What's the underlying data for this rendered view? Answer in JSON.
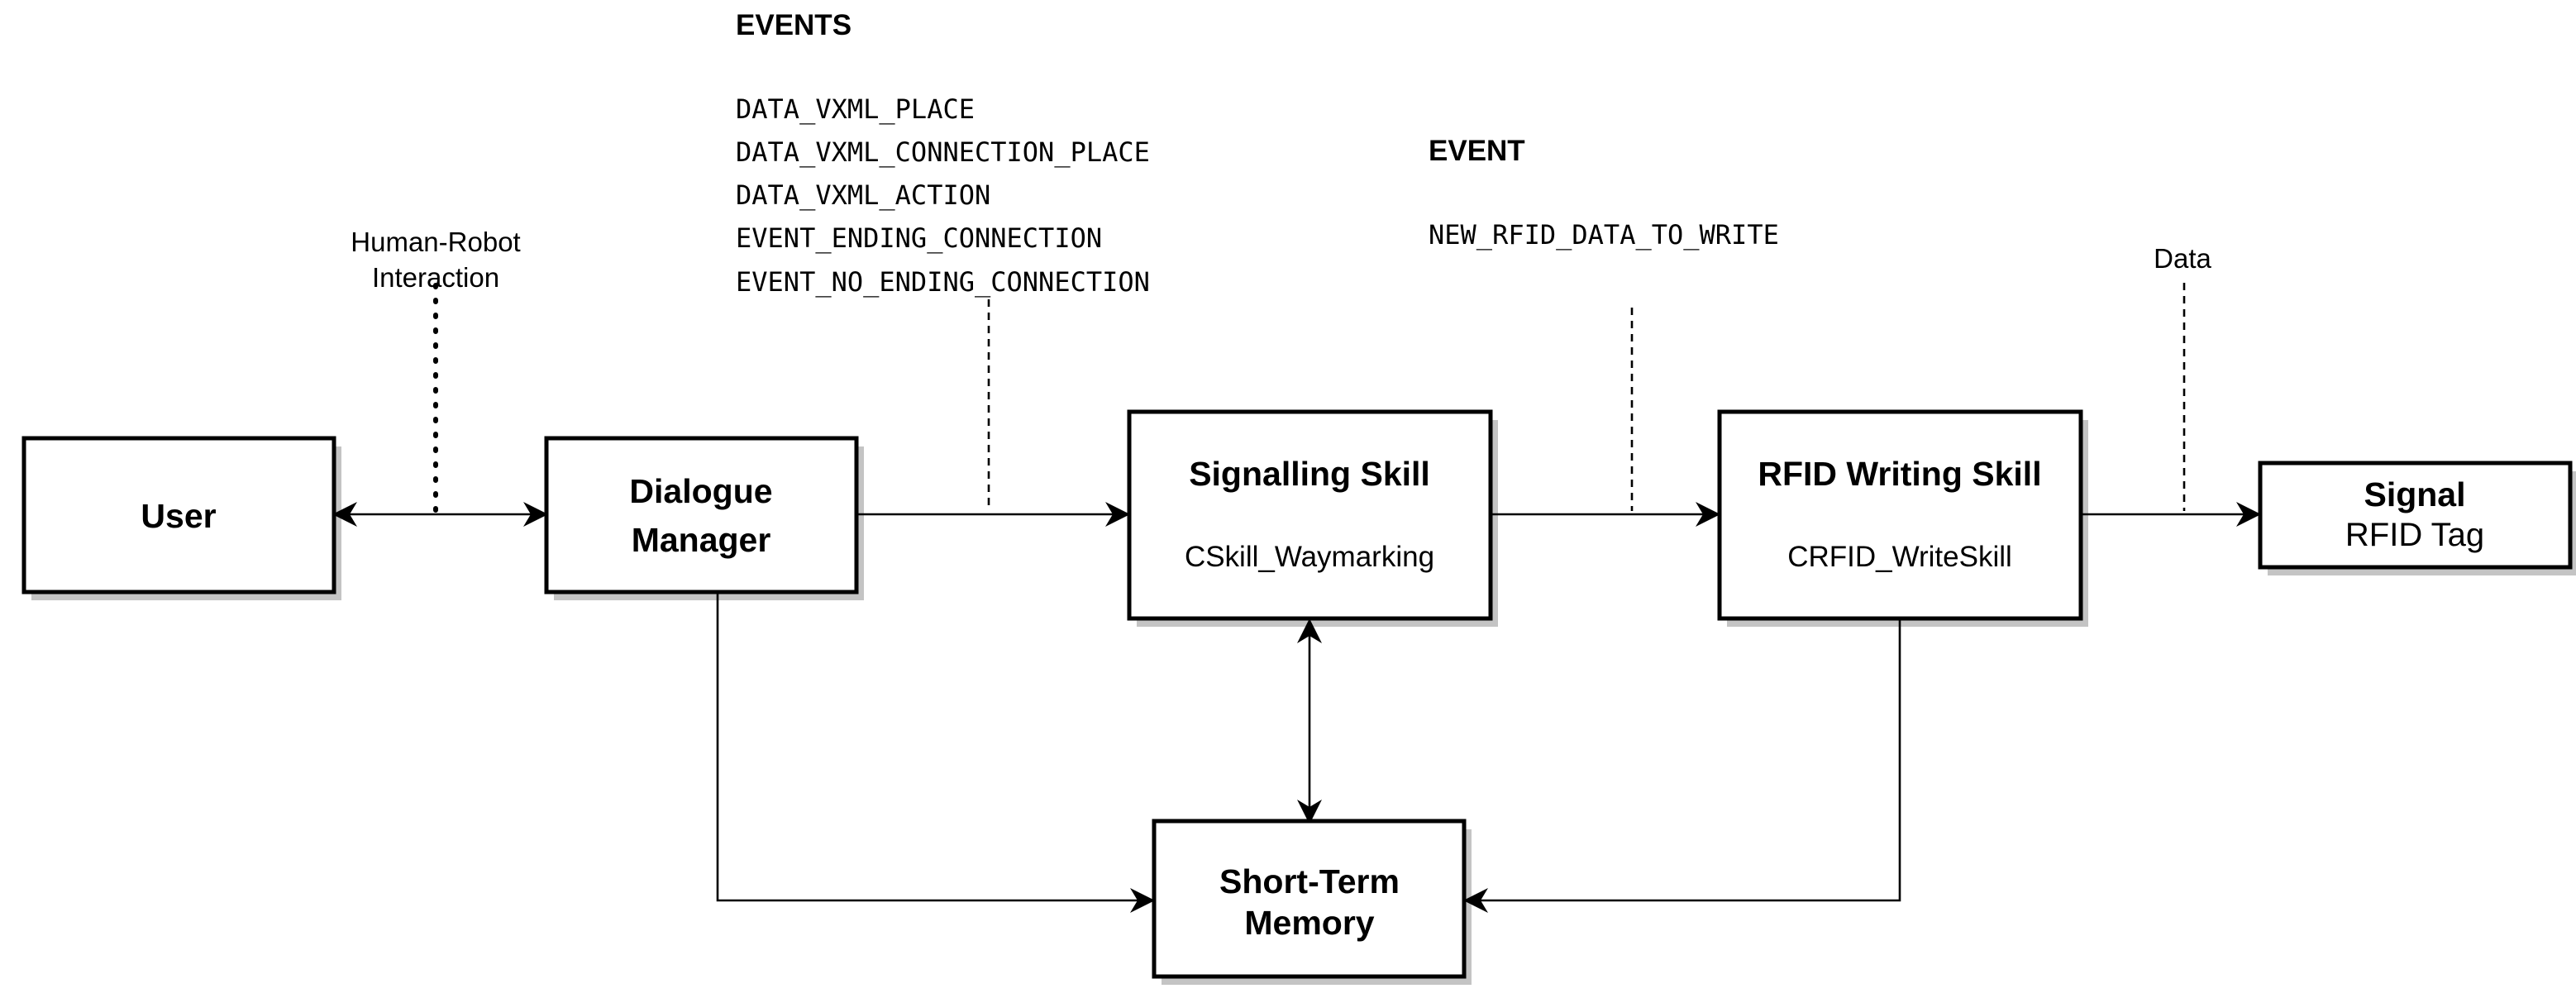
{
  "nodes": {
    "user": {
      "label": "User"
    },
    "dialogue_manager": {
      "line1": "Dialogue",
      "line2": "Manager"
    },
    "signalling_skill": {
      "title": "Signalling Skill",
      "subtitle": "CSkill_Waymarking"
    },
    "rfid_writing_skill": {
      "title": "RFID Writing Skill",
      "subtitle": "CRFID_WriteSkill"
    },
    "signal": {
      "title": "Signal",
      "subtitle": "RFID Tag"
    },
    "short_term_memory": {
      "line1": "Short-Term",
      "line2": "Memory"
    }
  },
  "annotations": {
    "human_robot": {
      "line1": "Human-Robot",
      "line2": "Interaction"
    },
    "events": {
      "heading": "EVENTS",
      "items": [
        "DATA_VXML_PLACE",
        "DATA_VXML_CONNECTION_PLACE",
        "DATA_VXML_ACTION",
        "EVENT_ENDING_CONNECTION",
        "EVENT_NO_ENDING_CONNECTION"
      ]
    },
    "event": {
      "heading": "EVENT",
      "item": "NEW_RFID_DATA_TO_WRITE"
    },
    "data": {
      "label": "Data"
    }
  }
}
